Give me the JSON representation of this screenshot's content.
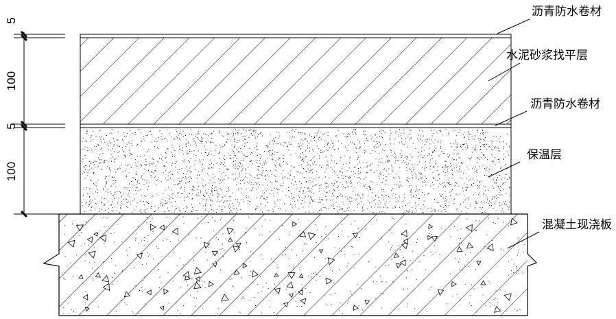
{
  "title": "屋面构造详图",
  "layers": [
    {
      "name": "沥青防水卷材",
      "thickness": "5"
    },
    {
      "name": "水泥砂浆找平层",
      "thickness": "100"
    },
    {
      "name": "沥青防水卷材",
      "thickness": "5"
    },
    {
      "name": "保温层",
      "thickness": "100"
    },
    {
      "name": "混凝土现浇板"
    }
  ],
  "colors": {
    "line": "#000000",
    "background": "#ffffff"
  }
}
